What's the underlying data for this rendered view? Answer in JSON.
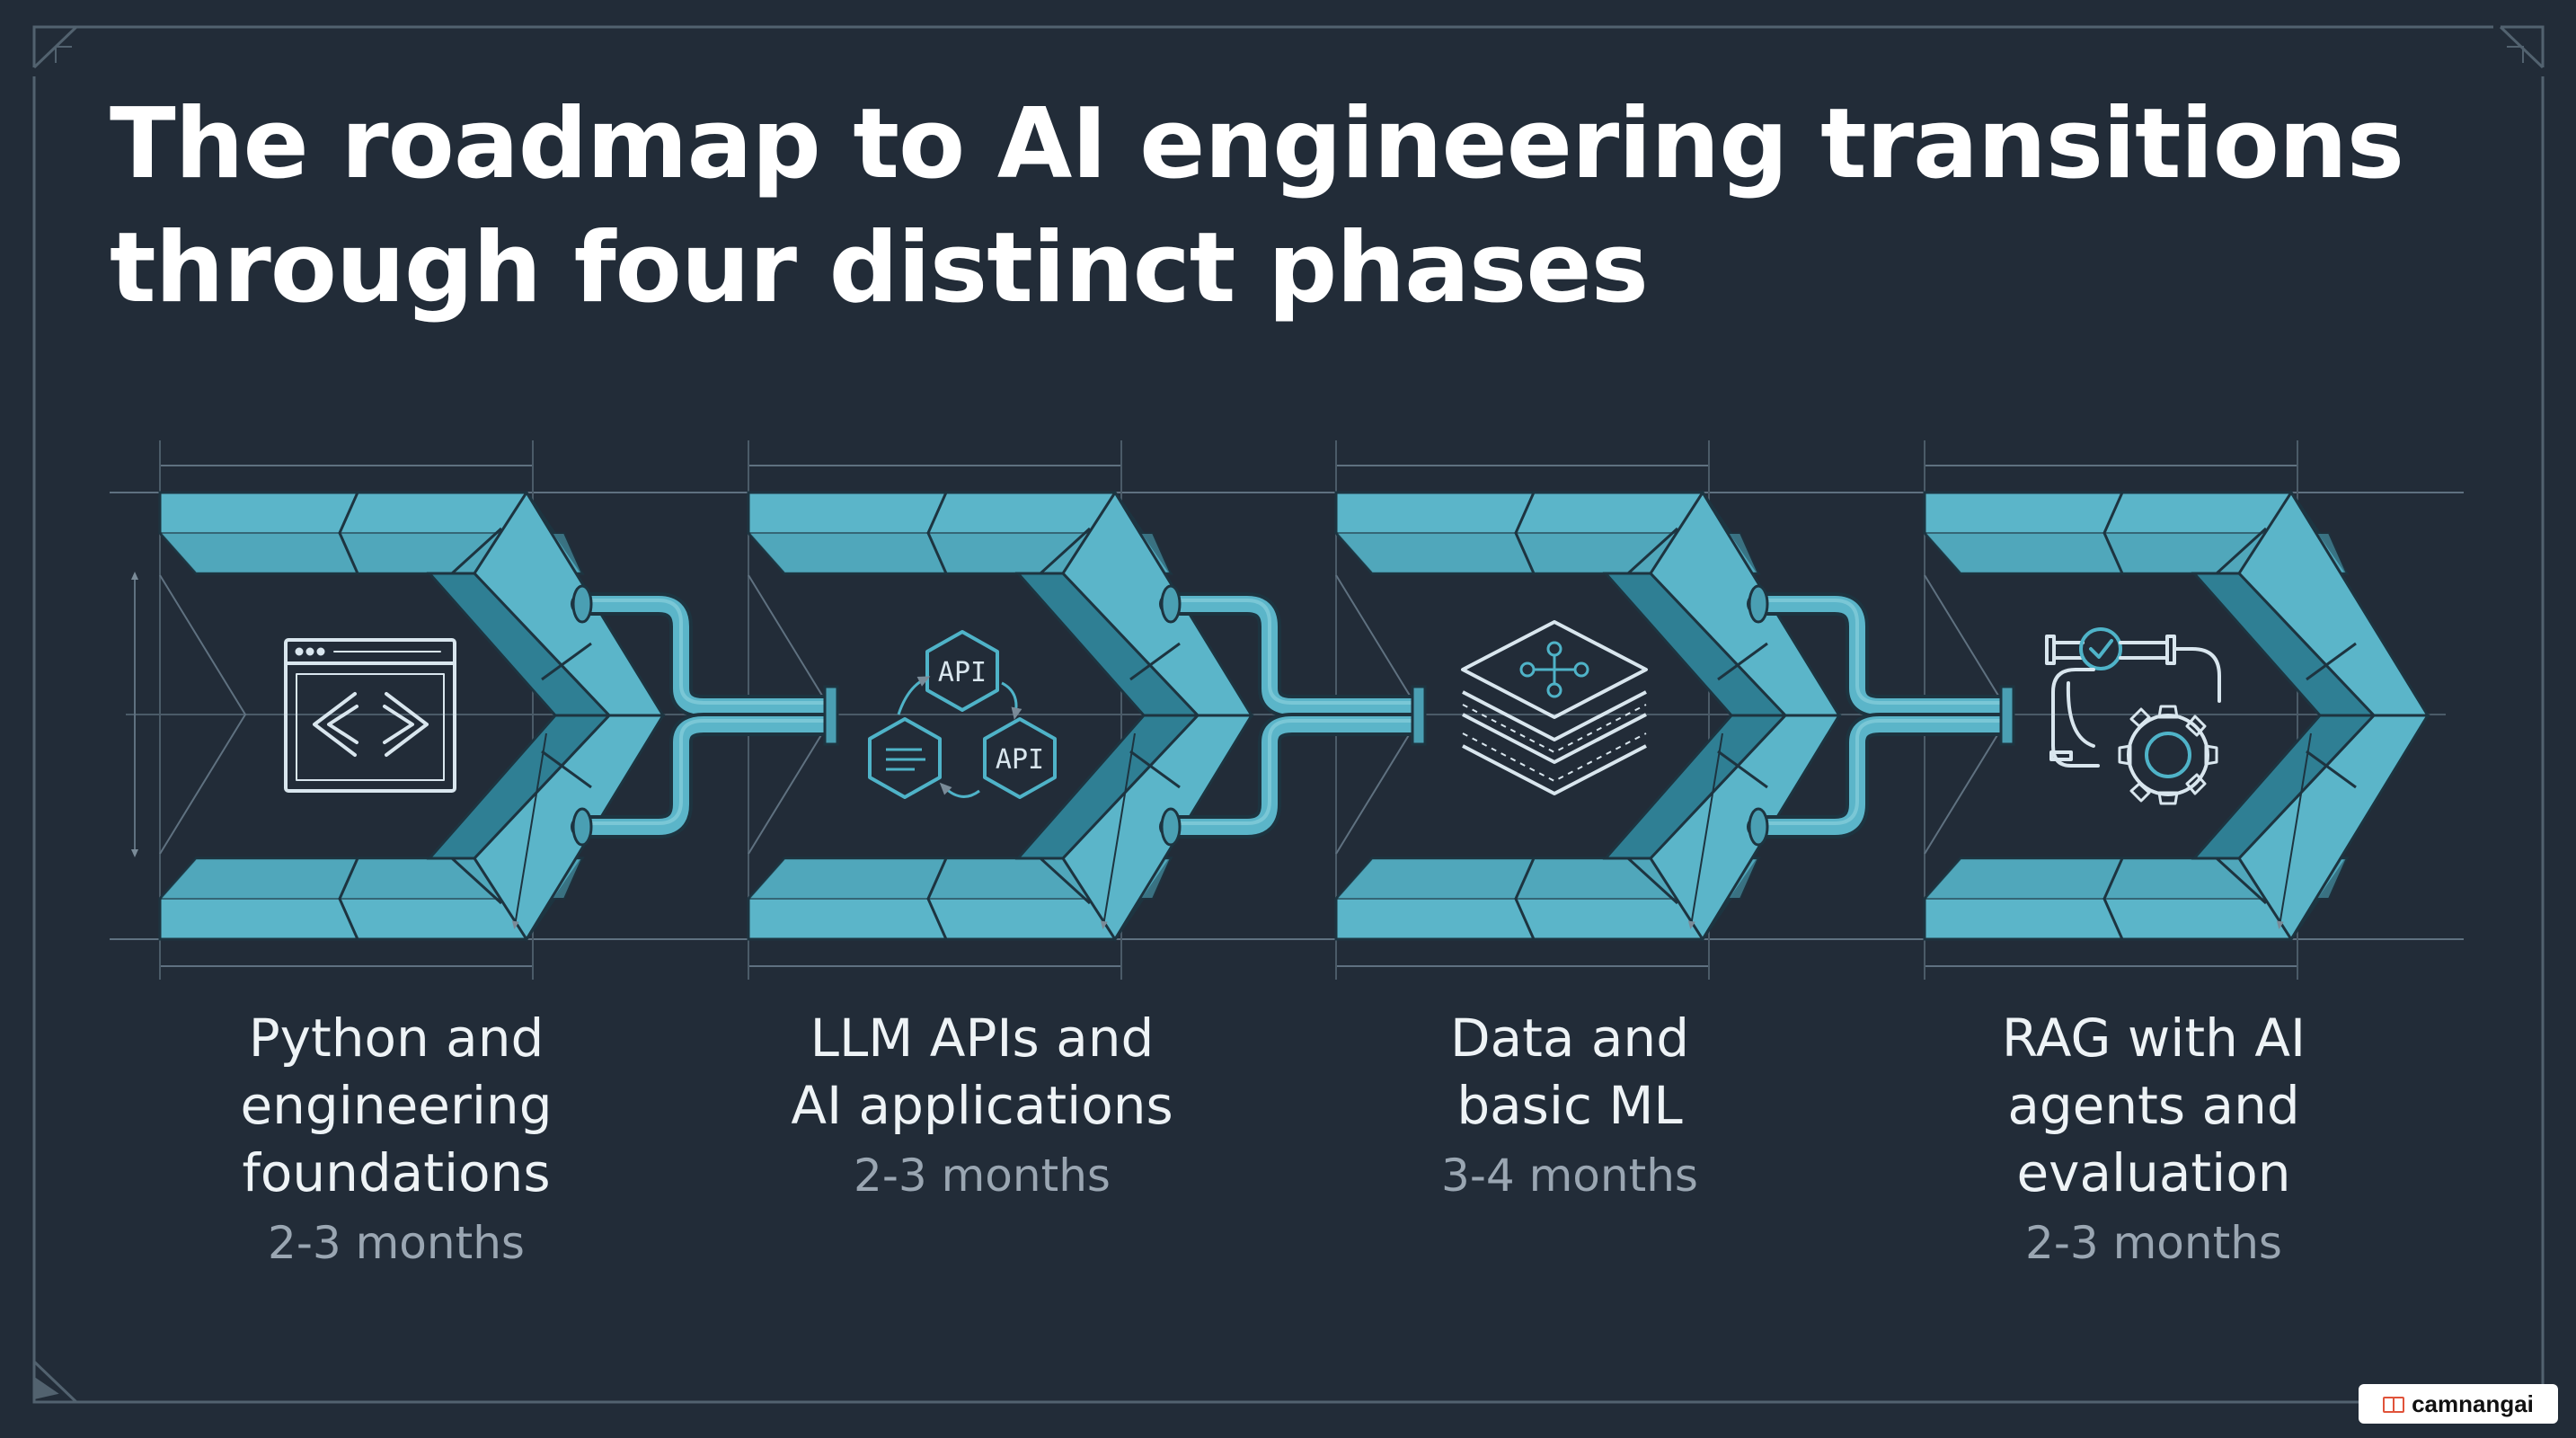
{
  "title": {
    "line1": "The roadmap to AI engineering transitions",
    "line2": "through four distinct phases"
  },
  "phases": [
    {
      "label_lines": [
        "Python and",
        "engineering",
        "foundations"
      ],
      "duration": "2-3 months",
      "icon": "code-window-icon"
    },
    {
      "label_lines": [
        "LLM APIs and",
        "AI applications"
      ],
      "duration": "2-3 months",
      "icon": "api-hexagons-icon",
      "icon_text": [
        "API",
        "API"
      ]
    },
    {
      "label_lines": [
        "Data and",
        "basic ML"
      ],
      "duration": "3-4 months",
      "icon": "data-layers-icon"
    },
    {
      "label_lines": [
        "RAG with AI",
        "agents and",
        "evaluation"
      ],
      "duration": "2-3 months",
      "icon": "pipeline-gear-icon"
    }
  ],
  "watermark": {
    "text": "camnangai",
    "icon": "book-icon"
  },
  "colors": {
    "background": "#222c38",
    "chevron_face": "#5bb5c9",
    "chevron_dark": "#2f7f94",
    "chevron_mid": "#4a9fb3",
    "outline": "#1d3440",
    "icon_stroke": "#d9e6ee",
    "guide_line": "#5f7180"
  }
}
